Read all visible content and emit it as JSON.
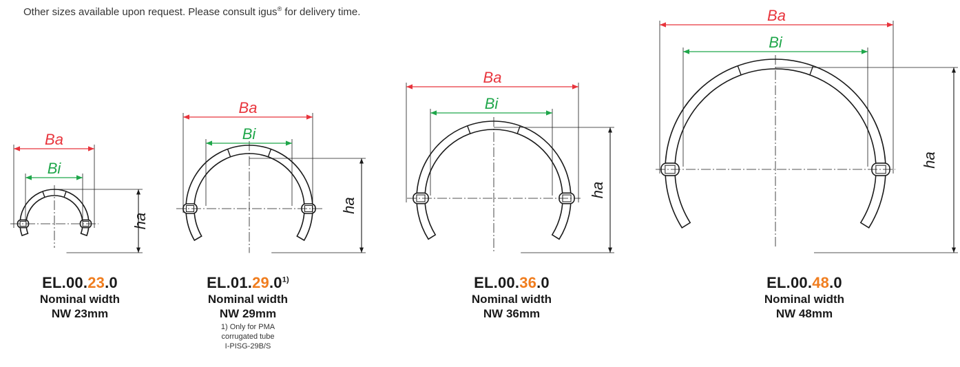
{
  "note": {
    "text": "Other sizes available upon request. Please consult igus",
    "reg": "®",
    "text2": " for delivery time."
  },
  "labels": {
    "outer": "Ba",
    "inner": "Bi",
    "height": "ha"
  },
  "colors": {
    "outer": "#e8343c",
    "inner": "#1fa64a",
    "accent": "#f07d1e"
  },
  "items": [
    {
      "pn_pre": "EL.00.",
      "pn_hl": "23",
      "pn_post": ".0",
      "pn_sup": "",
      "line1": "Nominal width",
      "line2": "NW 23mm",
      "footnote": []
    },
    {
      "pn_pre": "EL.01.",
      "pn_hl": "29",
      "pn_post": ".0",
      "pn_sup": "1)",
      "line1": "Nominal width",
      "line2": "NW 29mm",
      "footnote": [
        "1) Only for PMA",
        "corrugated tube",
        "I-PISG-29B/S"
      ]
    },
    {
      "pn_pre": "EL.00.",
      "pn_hl": "36",
      "pn_post": ".0",
      "pn_sup": "",
      "line1": "Nominal width",
      "line2": "NW 36mm",
      "footnote": []
    },
    {
      "pn_pre": "EL.00.",
      "pn_hl": "48",
      "pn_post": ".0",
      "pn_sup": "",
      "line1": "Nominal width",
      "line2": "NW 48mm",
      "footnote": []
    }
  ]
}
